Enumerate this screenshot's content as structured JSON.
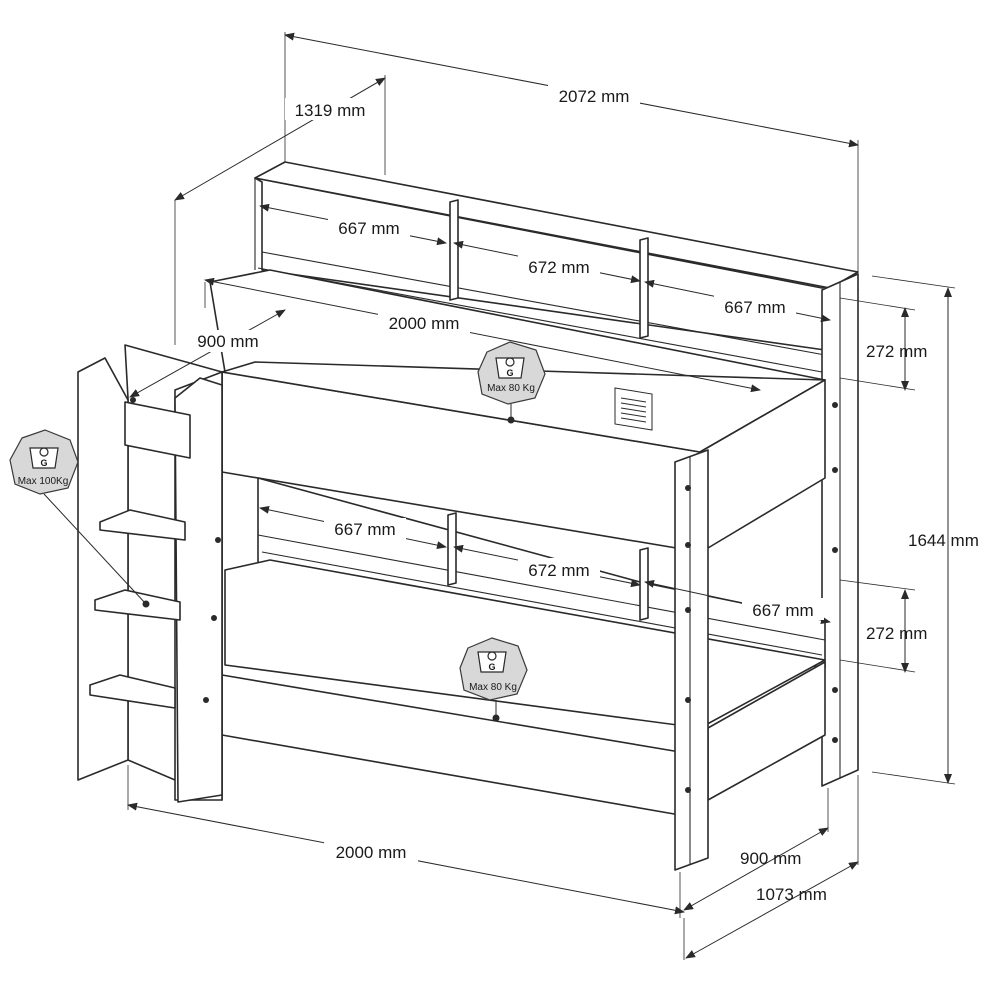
{
  "dimensions": {
    "total_width_top": "2072 mm",
    "total_depth_top": "1319 mm",
    "upper_shelf_left": "667 mm",
    "upper_shelf_middle": "672 mm",
    "upper_shelf_right": "667 mm",
    "upper_shelf_height": "272 mm",
    "upper_bed_length": "2000 mm",
    "upper_bed_width": "900 mm",
    "total_height": "1644 mm",
    "lower_shelf_left": "667 mm",
    "lower_shelf_middle": "672 mm",
    "lower_shelf_right": "667 mm",
    "lower_shelf_height": "272 mm",
    "bottom_length": "2000 mm",
    "bottom_width": "900 mm",
    "bottom_depth_total": "1073 mm"
  },
  "load_limits": {
    "ladder": "Max 100Kg",
    "upper_bed": "Max 80  Kg",
    "lower_bed": "Max 80  Kg"
  },
  "icons": {
    "weight": "weight-icon",
    "label_plate": "label-plate-icon"
  }
}
